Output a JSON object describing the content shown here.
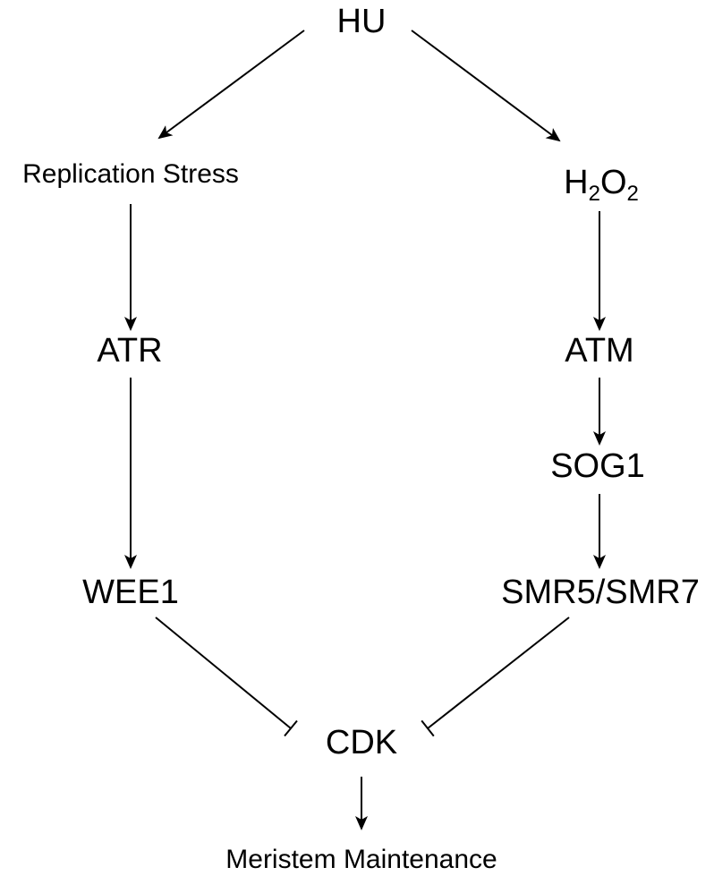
{
  "nodes": {
    "hu": "HU",
    "replication_stress": "Replication Stress",
    "h2o2": {
      "h": "H",
      "sub1": "2",
      "o": "O",
      "sub2": "2"
    },
    "atr": "ATR",
    "atm": "ATM",
    "sog1": "SOG1",
    "wee1": "WEE1",
    "smr": "SMR5/SMR7",
    "cdk": "CDK",
    "meristem": "Meristem Maintenance"
  },
  "edges": [
    {
      "from": "HU",
      "to": "Replication Stress",
      "type": "activation"
    },
    {
      "from": "HU",
      "to": "H2O2",
      "type": "activation"
    },
    {
      "from": "Replication Stress",
      "to": "ATR",
      "type": "activation"
    },
    {
      "from": "H2O2",
      "to": "ATM",
      "type": "activation"
    },
    {
      "from": "ATM",
      "to": "SOG1",
      "type": "activation"
    },
    {
      "from": "SOG1",
      "to": "SMR5/SMR7",
      "type": "activation"
    },
    {
      "from": "ATR",
      "to": "WEE1",
      "type": "activation"
    },
    {
      "from": "WEE1",
      "to": "CDK",
      "type": "inhibition"
    },
    {
      "from": "SMR5/SMR7",
      "to": "CDK",
      "type": "inhibition"
    },
    {
      "from": "CDK",
      "to": "Meristem Maintenance",
      "type": "activation"
    }
  ],
  "colors": {
    "stroke": "#000000",
    "background": "#ffffff"
  }
}
